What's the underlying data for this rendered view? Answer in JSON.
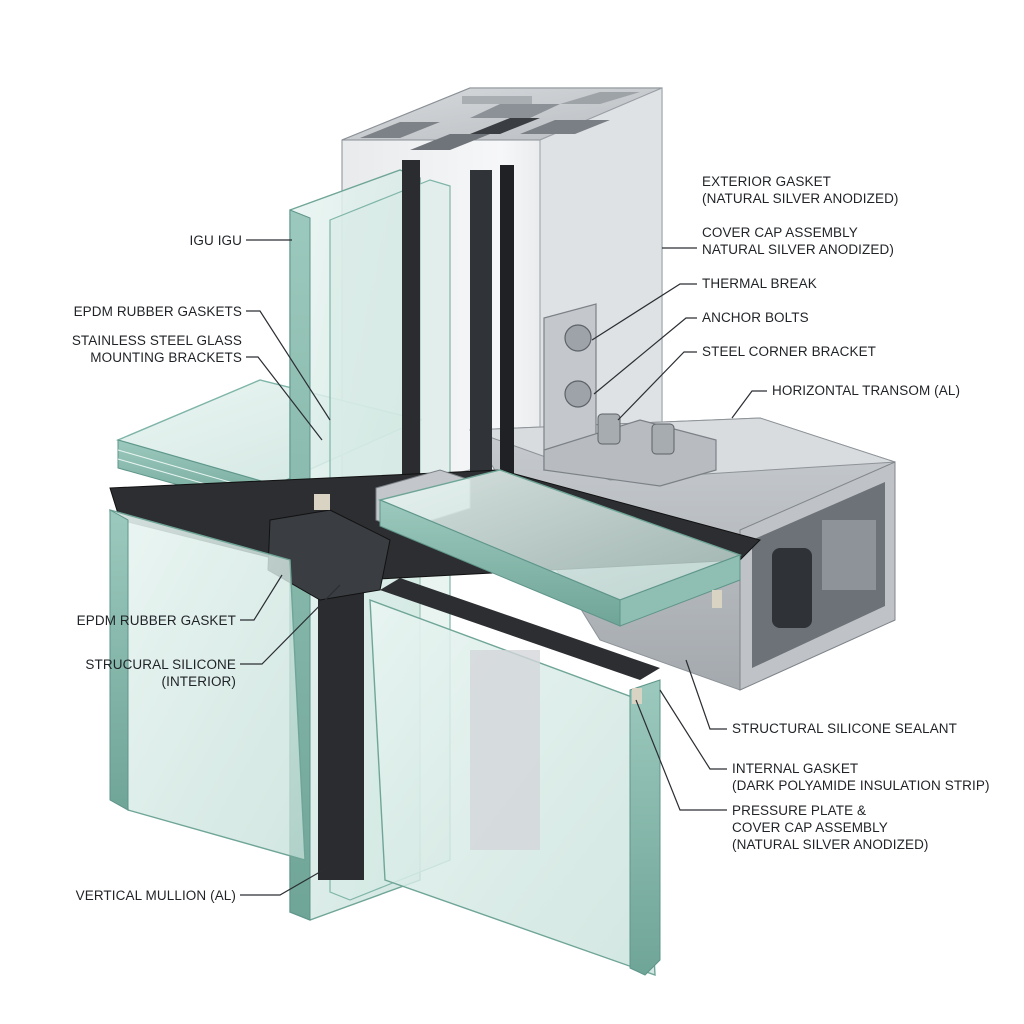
{
  "labels": {
    "igu": "IGU IGU",
    "epdm_gaskets": "EPDM RUBBER GASKETS",
    "stainless_brackets": [
      "STAINLESS STEEL GLASS",
      "MOUNTING BRACKETS"
    ],
    "epdm_gasket": "EPDM RUBBER GASKET",
    "structural_silicone_interior": [
      "STRUCURAL SILICONE",
      "(INTERIOR)"
    ],
    "vertical_mullion": "VERTICAL MULLION (AL)",
    "exterior_gasket": [
      "EXTERIOR GASKET",
      "(NATURAL SILVER ANODIZED)"
    ],
    "cover_cap_assembly": [
      "COVER CAP ASSEMBLY",
      "NATURAL SILVER ANODIZED)"
    ],
    "thermal_break": "THERMAL BREAK",
    "anchor_bolts": "ANCHOR BOLTS",
    "steel_corner_bracket": "STEEL CORNER BRACKET",
    "horizontal_transom": "HORIZONTAL TRANSOM (AL)",
    "structural_silicone_sealant": "STRUCTURAL SILICONE SEALANT",
    "internal_gasket": [
      "INTERNAL GASKET",
      "(DARK POLYAMIDE INSULATION STRIP)"
    ],
    "pressure_plate": [
      "PRESSURE PLATE &",
      "COVER CAP ASSEMBLY",
      "(NATURAL SILVER ANODIZED)"
    ]
  },
  "colors": {
    "aluminum": "#c9ccd0",
    "aluminum_dark": "#9aa0a6",
    "glass": "#cfe6e1",
    "glass_edge": "#7fb5a8",
    "gasket": "#2a2c2f",
    "leader": "#2b2e33"
  }
}
